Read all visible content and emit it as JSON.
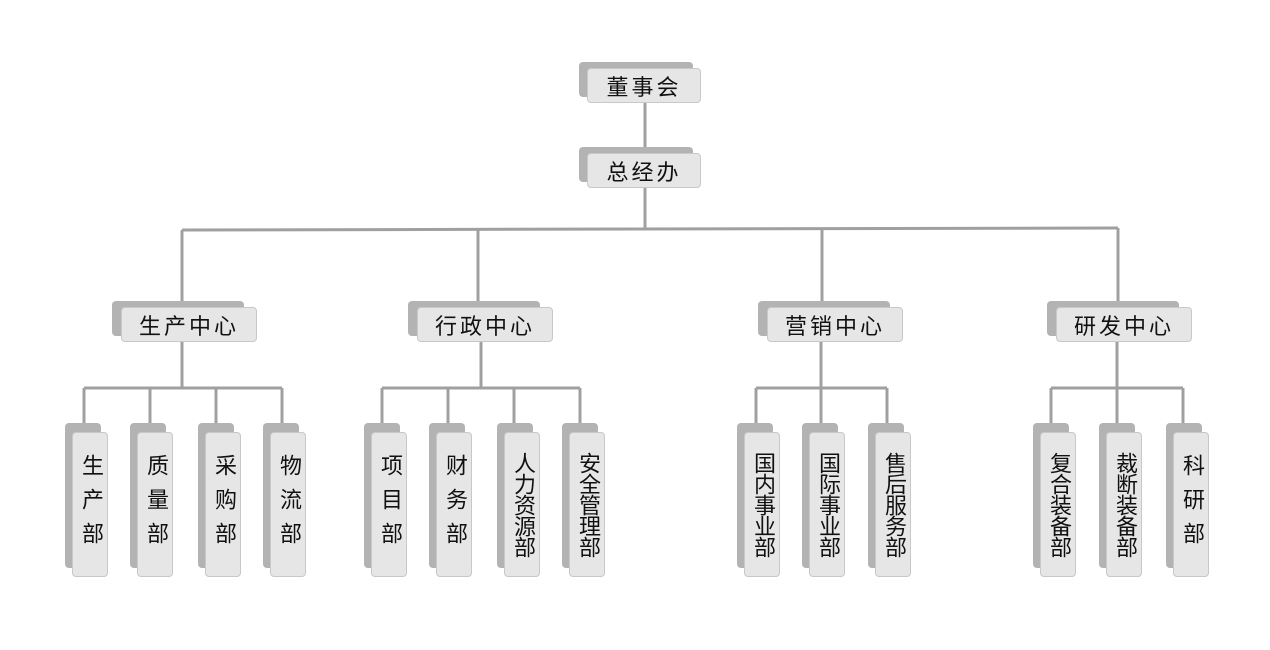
{
  "board": "董事会",
  "gm_office": "总经办",
  "centers": [
    {
      "name": "生产中心",
      "departments": [
        "生产部",
        "质量部",
        "采购部",
        "物流部"
      ]
    },
    {
      "name": "行政中心",
      "departments": [
        "项目部",
        "财务部",
        "人力资源部",
        "安全管理部"
      ]
    },
    {
      "name": "营销中心",
      "departments": [
        "国内事业部",
        "国际事业部",
        "售后服务部"
      ]
    },
    {
      "name": "研发中心",
      "departments": [
        "复合装备部",
        "裁断装备部",
        "科研部"
      ]
    }
  ],
  "colors": {
    "connector": "#a0a0a0",
    "box_back": "#b3b3b3",
    "box_front": "#e6e6e6",
    "box_border": "#c8c8c8"
  }
}
